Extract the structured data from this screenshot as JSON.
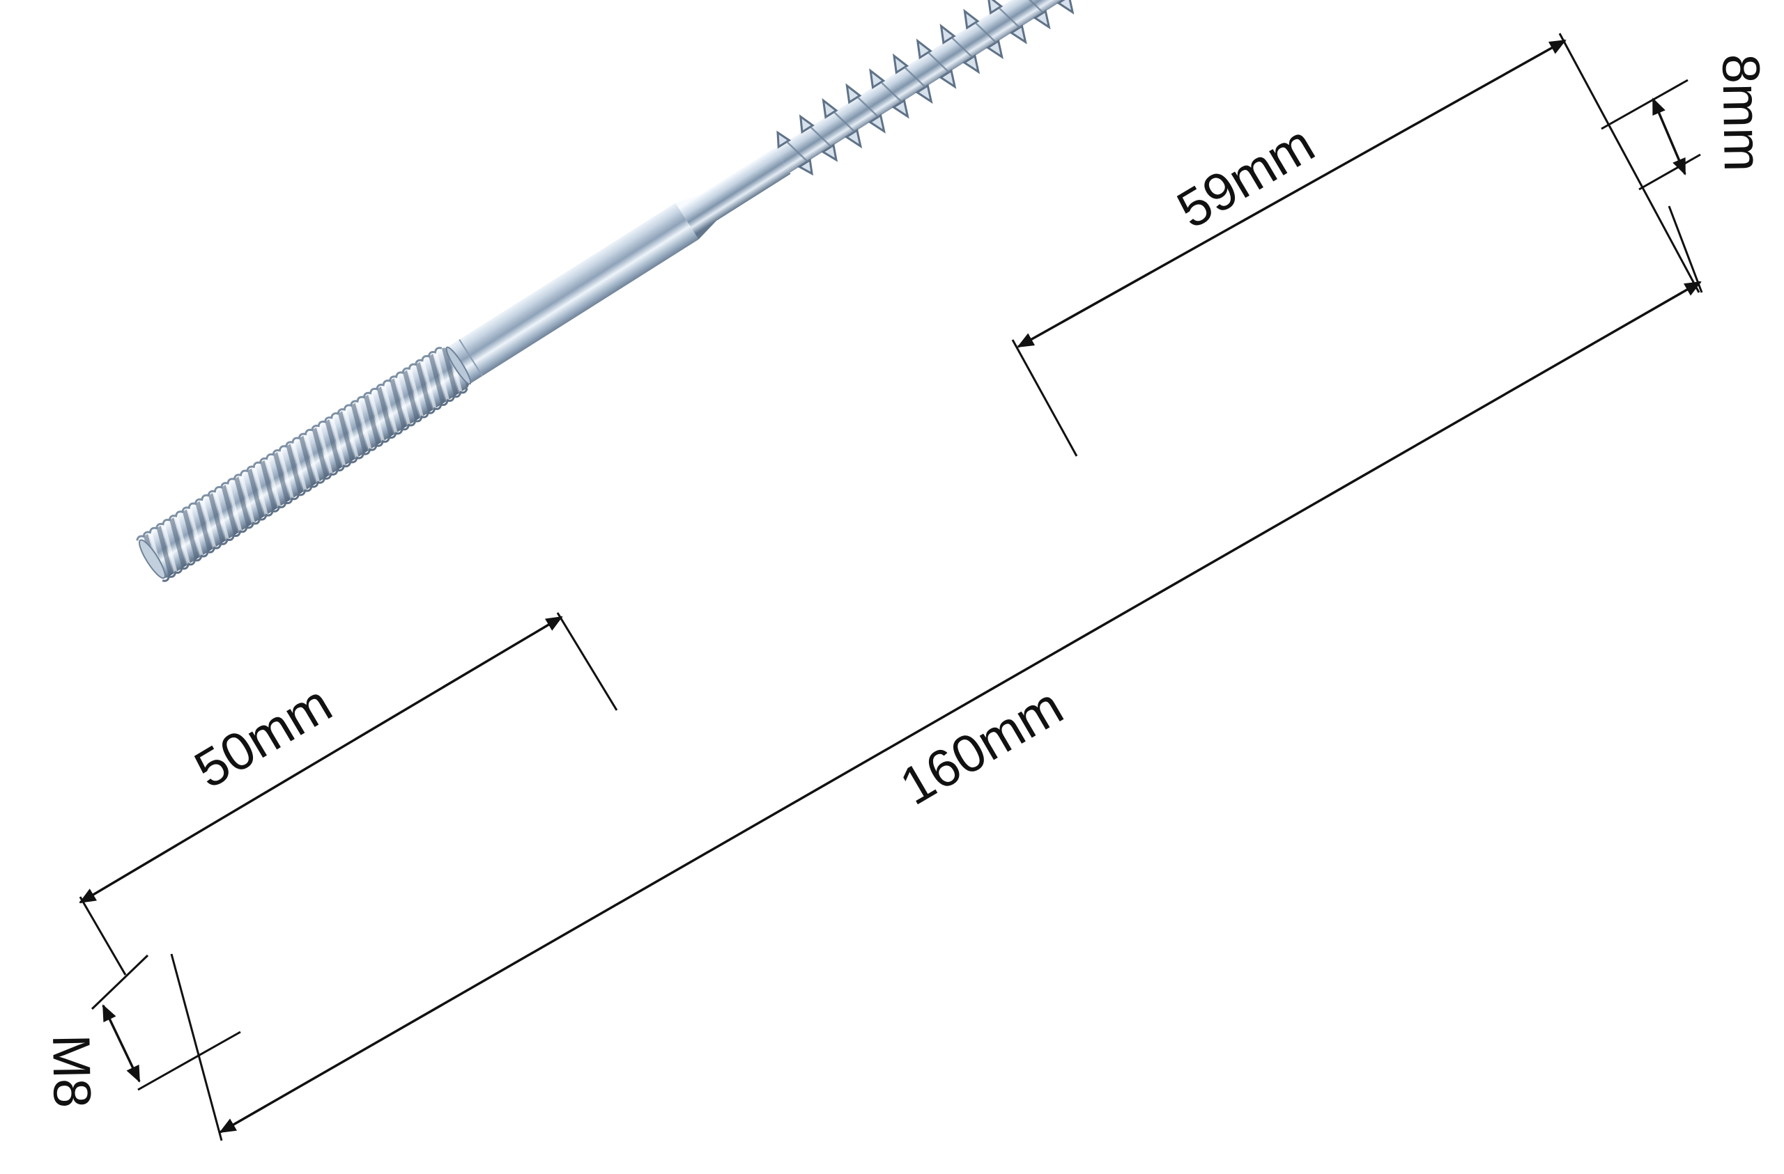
{
  "diagram": {
    "subject": "double-ended hanger bolt (machine thread / wood screw)",
    "colors": {
      "background": "#ffffff",
      "dimension_line": "#111111",
      "metal_light": "#e6eef6",
      "metal_mid": "#aebfd2",
      "metal_dark": "#5f7288"
    },
    "dimensions": {
      "overall_length": "160mm",
      "machine_thread_length": "50mm",
      "wood_thread_length": "59mm",
      "machine_thread_size": "M8",
      "wood_thread_diameter": "8mm"
    }
  }
}
